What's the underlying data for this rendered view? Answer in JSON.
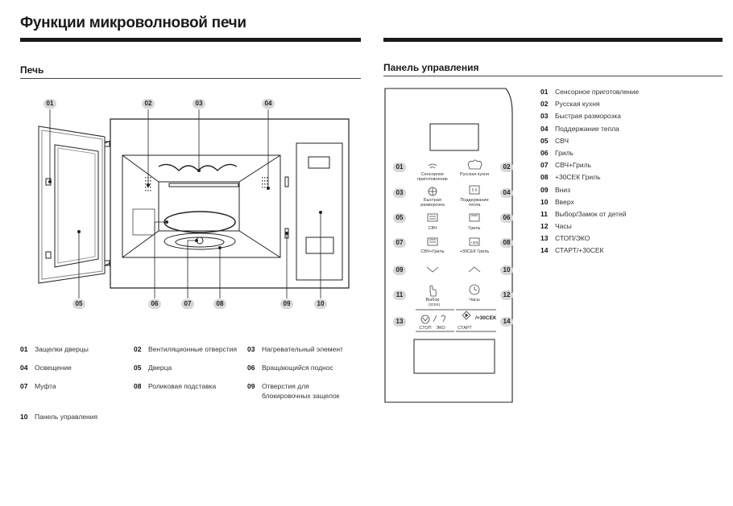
{
  "page_title": "Функции микроволновой печи",
  "oven": {
    "title": "Печь",
    "callouts": [
      "01",
      "02",
      "03",
      "04",
      "05",
      "06",
      "07",
      "08",
      "09",
      "10"
    ],
    "legend": [
      {
        "num": "01",
        "label": "Защелки дверцы"
      },
      {
        "num": "02",
        "label": "Вентиляционные отверстия"
      },
      {
        "num": "03",
        "label": "Нагревательный элемент"
      },
      {
        "num": "04",
        "label": "Освещение"
      },
      {
        "num": "05",
        "label": "Дверца"
      },
      {
        "num": "06",
        "label": "Вращающийся поднос"
      },
      {
        "num": "07",
        "label": "Муфта"
      },
      {
        "num": "08",
        "label": "Роликовая подставка"
      },
      {
        "num": "09",
        "label": "Отверстия для",
        "label2": "блокировочных защелок"
      },
      {
        "num": "10",
        "label": "Панель управления"
      }
    ]
  },
  "panel": {
    "title": "Панель управления",
    "buttons": {
      "b01": "Сенсорное",
      "b01b": "приготовление",
      "b02": "Русская кухня",
      "b03": "Быстрая",
      "b03b": "разморозка",
      "b04": "Поддержание",
      "b04b": "тепла",
      "b05": "СВЧ",
      "b06": "Гриль",
      "b07": "СВЧ+Гриль",
      "b08": "+30СЕК Гриль",
      "b08icon": "+30s",
      "b11": "Выбор",
      "b11b": "(3СЕК)",
      "b12": "Часы",
      "b13a": "СТОП",
      "b13b": "ЭКО",
      "b14icon": "/+30СЕК",
      "b14": "СТАРТ"
    },
    "callouts": [
      "01",
      "02",
      "03",
      "04",
      "05",
      "06",
      "07",
      "08",
      "09",
      "10",
      "11",
      "12",
      "13",
      "14"
    ],
    "legend": [
      {
        "num": "01",
        "label": "Сенсорное приготовление"
      },
      {
        "num": "02",
        "label": "Русская кухня"
      },
      {
        "num": "03",
        "label": "Быстрая разморозка"
      },
      {
        "num": "04",
        "label": "Поддержание тепла"
      },
      {
        "num": "05",
        "label": "СВЧ"
      },
      {
        "num": "06",
        "label": "Гриль"
      },
      {
        "num": "07",
        "label": "СВЧ+Гриль"
      },
      {
        "num": "08",
        "label": "+30СЕК Гриль"
      },
      {
        "num": "09",
        "label": "Вниз"
      },
      {
        "num": "10",
        "label": "Вверх"
      },
      {
        "num": "11",
        "label": "Выбор/Замок от детей"
      },
      {
        "num": "12",
        "label": "Часы"
      },
      {
        "num": "13",
        "label": "СТОП/ЭКО"
      },
      {
        "num": "14",
        "label": "СТАРТ/+30СЕК"
      }
    ]
  }
}
